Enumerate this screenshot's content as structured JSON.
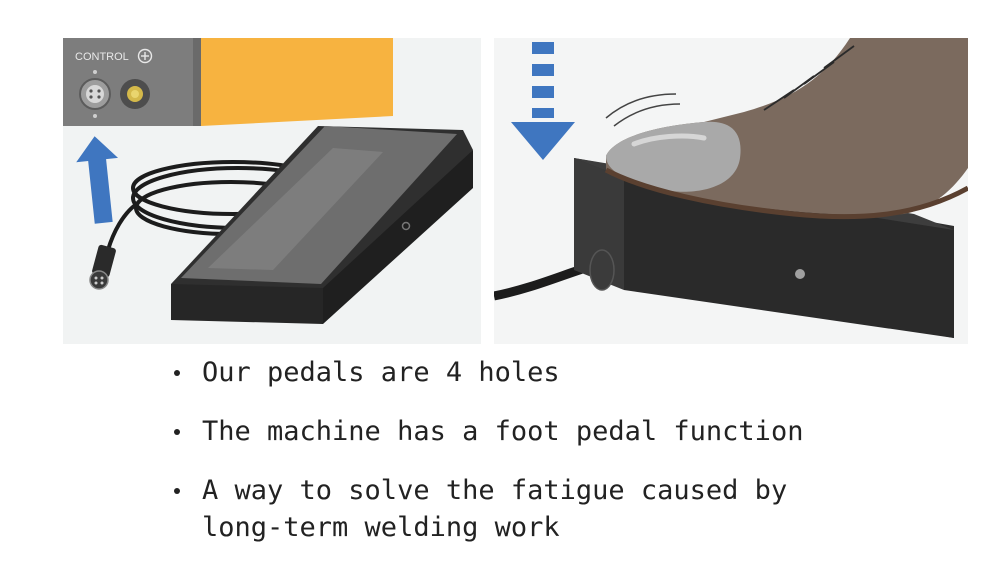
{
  "panel_left": {
    "control_label": "CONTROL",
    "colors": {
      "panel_gray": "#7d7d7d",
      "housing_orange": "#f7b340",
      "pedal_dark": "#2f2f2f",
      "pedal_top": "#6e6e6e",
      "arrow_blue": "#3f76c0",
      "background": "#f1f3f3"
    },
    "icons": [
      "plus-circle-icon",
      "connector-socket-icon",
      "up-arrow-icon",
      "cable-plug-icon",
      "foot-pedal-icon"
    ]
  },
  "panel_right": {
    "colors": {
      "pedal_dark": "#2e2e2e",
      "boot_brown": "#7b6a5e",
      "toe_cap_gray": "#a9a9a9",
      "arrow_blue": "#3f76c0",
      "background": "#f4f5f5"
    },
    "icons": [
      "down-arrow-icon",
      "boot-icon",
      "foot-pedal-icon",
      "motion-lines-icon"
    ]
  },
  "bullets": [
    {
      "text": "Our pedals are 4 holes"
    },
    {
      "text": "The machine has a foot pedal function"
    },
    {
      "text": "A way to solve the fatigue caused by\nlong-term welding work"
    }
  ]
}
